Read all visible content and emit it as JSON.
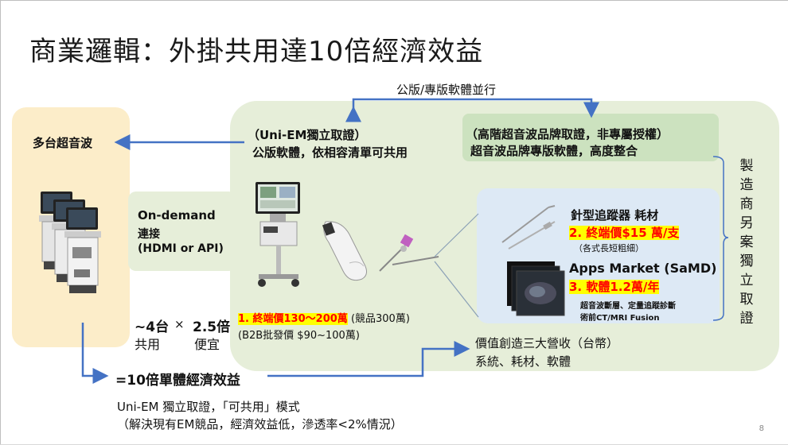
{
  "slide": {
    "title": "商業邏輯：外掛共用達10倍經濟效益",
    "page_number": "8"
  },
  "left": {
    "ultrasound_label": "多台超音波"
  },
  "ondemand": {
    "line1": "On-demand",
    "line2": "連接",
    "line3": "(HDMI or API)"
  },
  "top_arrow_label": "公版/專版軟體並行",
  "uniem": {
    "line1": "（Uni-EM獨立取證）",
    "line2": "公版軟體，依相容清單可共用"
  },
  "brand": {
    "line1": "（高階超音波品牌取證，非專屬授權）",
    "line2": "超音波品牌專版軟體，高度整合"
  },
  "revenue1": {
    "highlight": "1. 終端價130～200萬",
    "note": "(競品300萬)",
    "b2b": "(B2B批發價 $90~100萬)"
  },
  "needle": {
    "title": "針型追蹤器 耗材",
    "price": "2. 終端價$15 萬/支",
    "note": "（各式長短粗細）"
  },
  "apps": {
    "title": "Apps Market (SaMD)",
    "price": "3. 軟體1.2萬/年",
    "note1": "超音波斷層、定量追蹤診斷",
    "note2": "術前CT/MRI Fusion"
  },
  "manufacturer": "製造商另案獨立取證",
  "calc": {
    "units": "~4台",
    "units_sub": "共用",
    "times": "×",
    "cheaper": "2.5倍",
    "cheaper_sub": "便宜",
    "result": "=10倍單體經濟效益"
  },
  "value": {
    "line1": "價值創造三大營收（台幣）",
    "line2": "系統、耗材、軟體"
  },
  "bottom": {
    "line1": "Uni-EM 獨立取證，「可共用」模式",
    "line2": "（解決現有EM競品，經濟效益低，滲透率<2%情況）"
  },
  "icons": {
    "ultrasound_machines": "ultrasound-machines-image",
    "uniem_cart": "uni-em-cart-image",
    "probe": "ultrasound-probe-image",
    "needle_tracker": "needle-tracker-image",
    "needles": "needles-image",
    "scan_images": "scan-stack-image"
  },
  "colors": {
    "arrow_blue": "#4472c4",
    "highlight_yellow": "#ffff00",
    "price_red": "#ff0000",
    "left_panel": "#fcedc9",
    "green_panel": "#e6eed9",
    "blue_panel": "#dde9f5"
  }
}
